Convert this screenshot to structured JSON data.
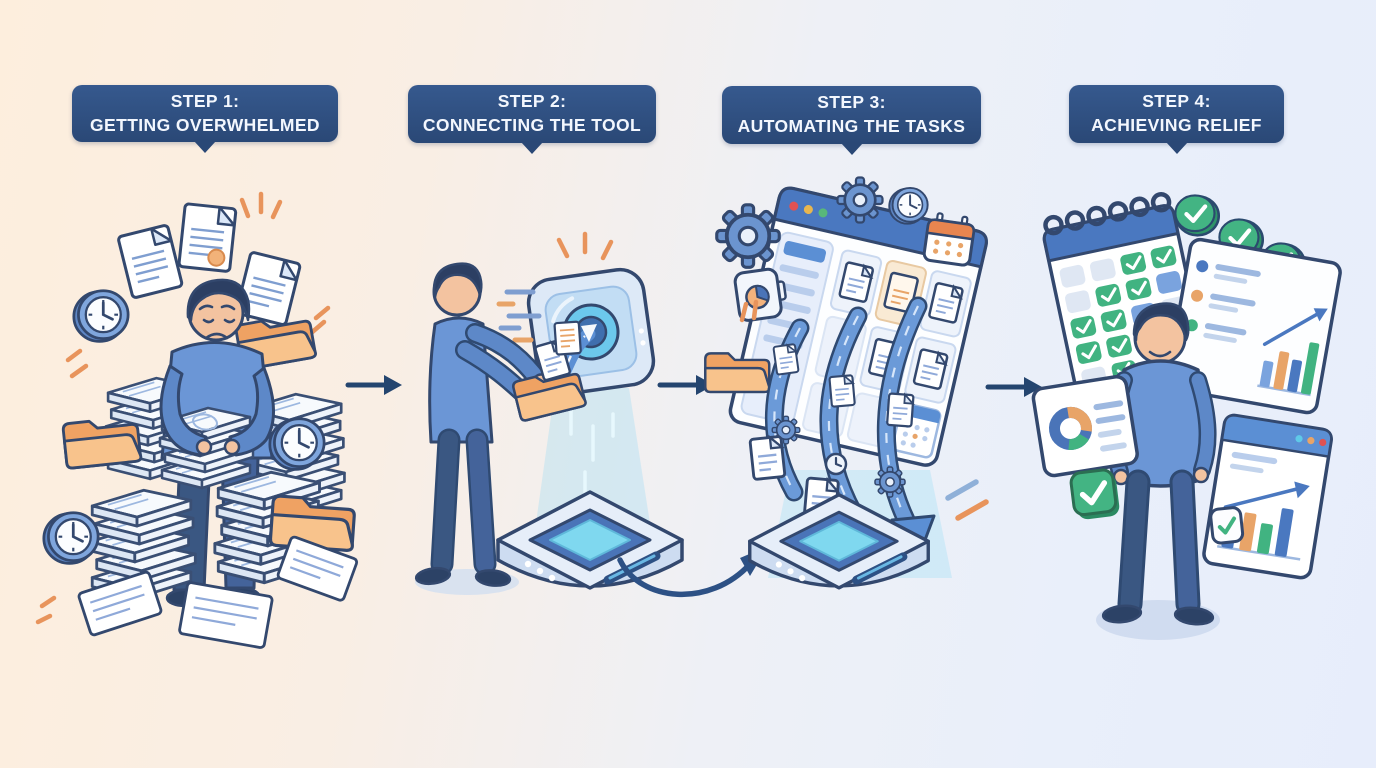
{
  "infographic_title": "four step automation process illustration",
  "background": {
    "left_color": "#fdeedd",
    "right_color": "#e7edfb"
  },
  "colors": {
    "badge_navy": "#2e4e80",
    "outline_navy": "#33486e",
    "flow_arrow": "#24456f",
    "shirt_blue": "#6b96d6",
    "pants_navy": "#3a5782",
    "accent_orange": "#e8945c",
    "folder_orange": "#f8c38c",
    "portal_cyan": "#6cc8ec",
    "success_green": "#41b381",
    "window_blue": "#4a78c0"
  },
  "steps": [
    {
      "line1": "STEP 1:",
      "line2": "GETTING OVERWHELMED",
      "icons": [
        "document-icon",
        "folder-icon",
        "clock-icon",
        "paper-stack",
        "stress-sparks",
        "worried-person"
      ]
    },
    {
      "line1": "STEP 2:",
      "line2": "CONNECTING THE TOOL",
      "icons": [
        "person",
        "folder-icon",
        "document-icon",
        "portal-icon",
        "light-beam",
        "device-platform",
        "code-lines",
        "sparks"
      ]
    },
    {
      "line1": "STEP 3:",
      "line2": "AUTOMATING THE TASKS",
      "icons": [
        "gear-icon",
        "clock-icon",
        "calendar-icon",
        "browser-window",
        "document-icon",
        "folder-icon",
        "automation-arrows",
        "light-beam",
        "device-platform"
      ]
    },
    {
      "line1": "STEP 4:",
      "line2": "ACHIEVING RELIEF",
      "icons": [
        "calendar-checked",
        "check-coin",
        "dashboard-card",
        "bar-chart",
        "trend-arrow",
        "donut-chart",
        "check-square",
        "browser-window",
        "relaxed-person"
      ]
    }
  ],
  "connectors": {
    "between_steps": [
      "arrow-1-2",
      "arrow-2-3",
      "arrow-3-4"
    ],
    "device_link": "curved arrow from step 2 device to step 3 device"
  }
}
